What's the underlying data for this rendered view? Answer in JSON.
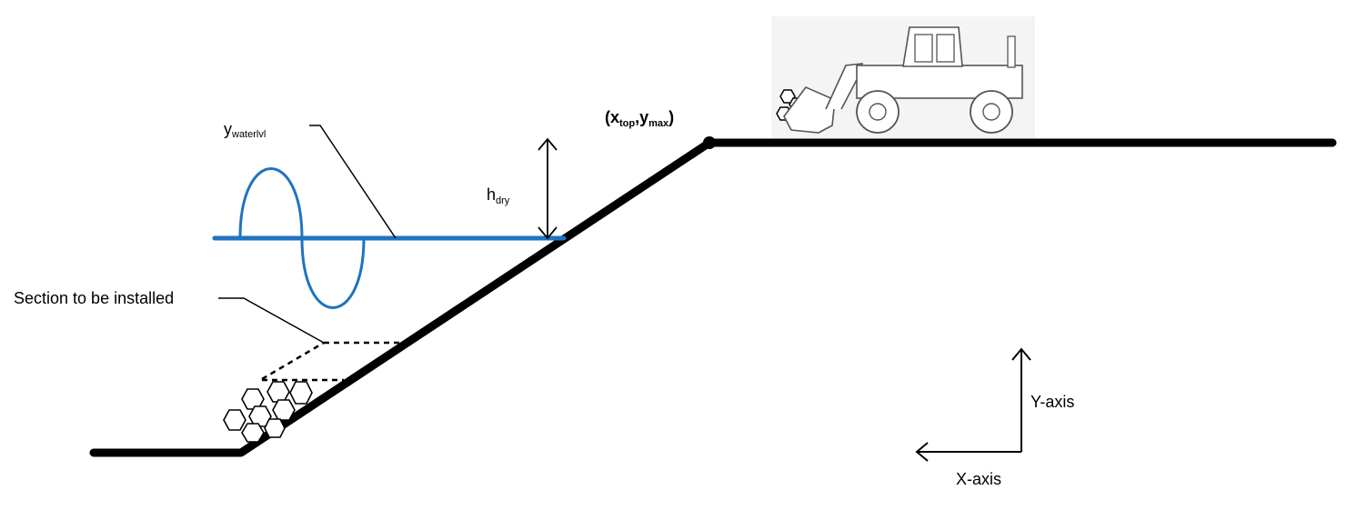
{
  "labels": {
    "water_level_main": "y",
    "water_level_sub": "waterlvl",
    "h_dry_main": "h",
    "h_dry_sub": "dry",
    "top_point_open": "(x",
    "top_point_x_sub": "top",
    "top_point_comma_y": ",y",
    "top_point_y_sub": "max",
    "top_point_close": ")",
    "section_label": "Section to be installed",
    "y_axis": "Y-axis",
    "x_axis": "X-axis"
  },
  "colors": {
    "ground": "#000000",
    "water": "#1f73c0",
    "loader_body": "#ffffff",
    "loader_stroke": "#555555"
  },
  "icons": {
    "loader": "wheel-loader-icon",
    "rocks": "hexagon-rocks-icon"
  }
}
